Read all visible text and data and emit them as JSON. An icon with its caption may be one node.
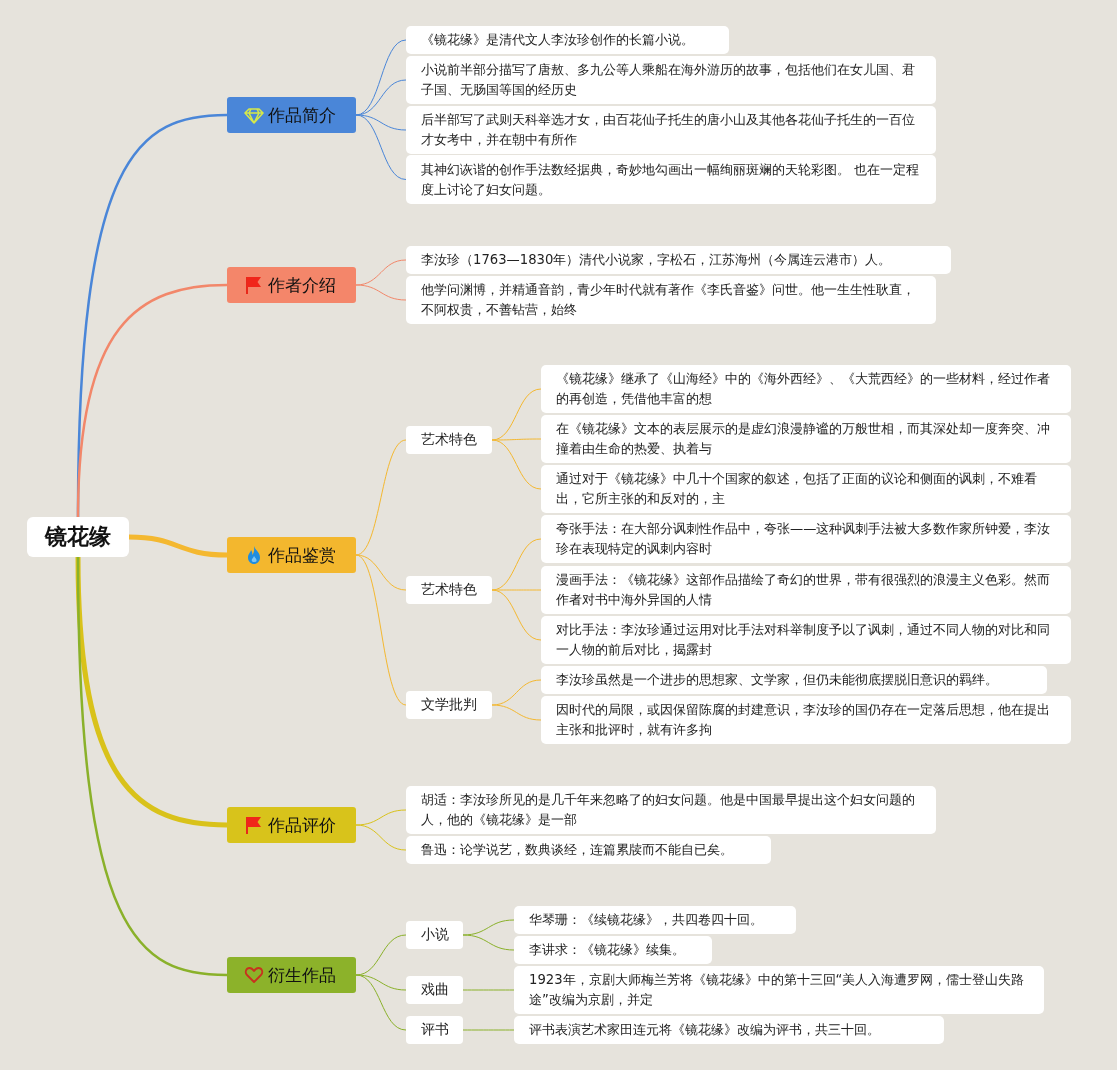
{
  "diagram": {
    "nodes": [
      {
        "text": [
          "镜花缘"
        ]
      },
      {
        "text": [
          "作品简介"
        ]
      },
      {
        "text": [
          "《镜花缘》是清代文人李汝珍创作的长篇小说。"
        ]
      },
      {
        "text": [
          "小说前半部分描写了唐敖、多九公等人乘船在海外游历的故事，包括他们在女儿国、君子国、无肠国等国的经历史"
        ]
      },
      {
        "text": [
          "后半部写了武则天科举选才女，由百花仙子托生的唐小山及其他各花仙子托生的一百位才女考中，并在朝中有所作"
        ]
      },
      {
        "text": [
          "其神幻诙谐的创作手法数经据典，奇妙地勾画出一幅绚丽斑斓的天轮彩图。 也在一定程度上讨论了妇女问题。"
        ]
      },
      {
        "text": [
          "作者介绍"
        ]
      },
      {
        "text": [
          "李汝珍（1763—1830年）清代小说家，字松石，江苏海州（今属连云港市）人。"
        ]
      },
      {
        "text": [
          "他学问渊博，并精通音韵，青少年时代就有著作《李氏音鉴》问世。他一生生性耿直，不阿权贵，不善钻营，始终"
        ]
      },
      {
        "text": [
          "作品鉴赏"
        ]
      },
      {
        "text": [
          "艺术特色"
        ]
      },
      {
        "text": [
          "《镜花缘》继承了《山海经》中的《海外西经》、《大荒西经》的一些材料，经过作者的再创造，凭借他丰富的想"
        ]
      },
      {
        "text": [
          "在《镜花缘》文本的表层展示的是虚幻浪漫静谧的万般世相，而其深处却一度奔突、冲撞着由生命的热爱、执着与"
        ]
      },
      {
        "text": [
          "通过对于《镜花缘》中几十个国家的叙述，包括了正面的议论和侧面的讽刺，不难看出，它所主张的和反对的，主"
        ]
      },
      {
        "text": [
          "艺术特色"
        ]
      },
      {
        "text": [
          "夸张手法：在大部分讽刺性作品中，夸张——这种讽刺手法被大多数作家所钟爱，李汝珍在表现特定的讽刺内容时"
        ]
      },
      {
        "text": [
          "漫画手法：《镜花缘》这部作品描绘了奇幻的世界，带有很强烈的浪漫主义色彩。然而作者对书中海外异国的人情"
        ]
      },
      {
        "text": [
          "对比手法：李汝珍通过运用对比手法对科举制度予以了讽刺，通过不同人物的对比和同一人物的前后对比，揭露封"
        ]
      },
      {
        "text": [
          "文学批判"
        ]
      },
      {
        "text": [
          "李汝珍虽然是一个进步的思想家、文学家，但仍未能彻底摆脱旧意识的羁绊。"
        ]
      },
      {
        "text": [
          "因时代的局限，或因保留陈腐的封建意识，李汝珍的国仍存在一定落后思想，他在提出主张和批评时，就有许多拘"
        ]
      },
      {
        "text": [
          "作品评价"
        ]
      },
      {
        "text": [
          "胡适：李汝珍所见的是几千年来忽略了的妇女问题。他是中国最早提出这个妇女问题的人，他的《镜花缘》是一部"
        ]
      },
      {
        "text": [
          "鲁迅：论学说艺，数典谈经，连篇累牍而不能自已矣。"
        ]
      },
      {
        "text": [
          "衍生作品"
        ]
      },
      {
        "text": [
          "小说"
        ]
      },
      {
        "text": [
          "华琴珊：《续镜花缘》，共四卷四十回。"
        ]
      },
      {
        "text": [
          "李讲求：《镜花缘》续集。"
        ]
      },
      {
        "text": [
          "戏曲"
        ]
      },
      {
        "text": [
          "1923年，京剧大师梅兰芳将《镜花缘》中的第十三回“美人入海遭罗网，儒士登山失路途”改编为京剧，并定"
        ]
      },
      {
        "text": [
          "评书"
        ]
      },
      {
        "text": [
          "评书表演艺术家田连元将《镜花缘》改编为评书，共三十回。"
        ]
      }
    ],
    "edges": [
      {
        "from": 0,
        "to": 1,
        "arrow": "none",
        "color": "#4a86d8"
      },
      {
        "from": 1,
        "to": 2,
        "arrow": "none",
        "color": "#4a86d8"
      },
      {
        "from": 1,
        "to": 3,
        "arrow": "none",
        "color": "#4a86d8"
      },
      {
        "from": 1,
        "to": 4,
        "arrow": "none",
        "color": "#4a86d8"
      },
      {
        "from": 1,
        "to": 5,
        "arrow": "none",
        "color": "#4a86d8"
      },
      {
        "from": 0,
        "to": 6,
        "arrow": "none",
        "color": "#f2876a"
      },
      {
        "from": 6,
        "to": 7,
        "arrow": "none",
        "color": "#f2876a"
      },
      {
        "from": 6,
        "to": 8,
        "arrow": "none",
        "color": "#f2876a"
      },
      {
        "from": 0,
        "to": 9,
        "arrow": "none",
        "color": "#f4b830",
        "style": "thick"
      },
      {
        "from": 9,
        "to": 10,
        "arrow": "none",
        "color": "#f4b830"
      },
      {
        "from": 10,
        "to": 11,
        "arrow": "none",
        "color": "#f4b830"
      },
      {
        "from": 10,
        "to": 12,
        "arrow": "none",
        "color": "#f4b830"
      },
      {
        "from": 10,
        "to": 13,
        "arrow": "none",
        "color": "#f4b830"
      },
      {
        "from": 9,
        "to": 14,
        "arrow": "none",
        "color": "#f4b830"
      },
      {
        "from": 14,
        "to": 15,
        "arrow": "none",
        "color": "#f4b830"
      },
      {
        "from": 14,
        "to": 16,
        "arrow": "none",
        "color": "#f4b830"
      },
      {
        "from": 14,
        "to": 17,
        "arrow": "none",
        "color": "#f4b830"
      },
      {
        "from": 9,
        "to": 18,
        "arrow": "none",
        "color": "#f4b830"
      },
      {
        "from": 18,
        "to": 19,
        "arrow": "none",
        "color": "#f4b830"
      },
      {
        "from": 18,
        "to": 20,
        "arrow": "none",
        "color": "#f4b830"
      },
      {
        "from": 0,
        "to": 21,
        "arrow": "none",
        "color": "#d9c21a",
        "style": "thick"
      },
      {
        "from": 21,
        "to": 22,
        "arrow": "none",
        "color": "#d9c21a"
      },
      {
        "from": 21,
        "to": 23,
        "arrow": "none",
        "color": "#d9c21a"
      },
      {
        "from": 0,
        "to": 24,
        "arrow": "none",
        "color": "#8ab12a"
      },
      {
        "from": 24,
        "to": 25,
        "arrow": "none",
        "color": "#8ab12a"
      },
      {
        "from": 25,
        "to": 26,
        "arrow": "none",
        "color": "#8ab12a"
      },
      {
        "from": 25,
        "to": 27,
        "arrow": "none",
        "color": "#8ab12a"
      },
      {
        "from": 24,
        "to": 28,
        "arrow": "none",
        "color": "#8ab12a"
      },
      {
        "from": 28,
        "to": 29,
        "arrow": "none",
        "color": "#8ab12a"
      },
      {
        "from": 24,
        "to": 30,
        "arrow": "none",
        "color": "#8ab12a"
      },
      {
        "from": 30,
        "to": 31,
        "arrow": "none",
        "color": "#8ab12a"
      }
    ]
  }
}
